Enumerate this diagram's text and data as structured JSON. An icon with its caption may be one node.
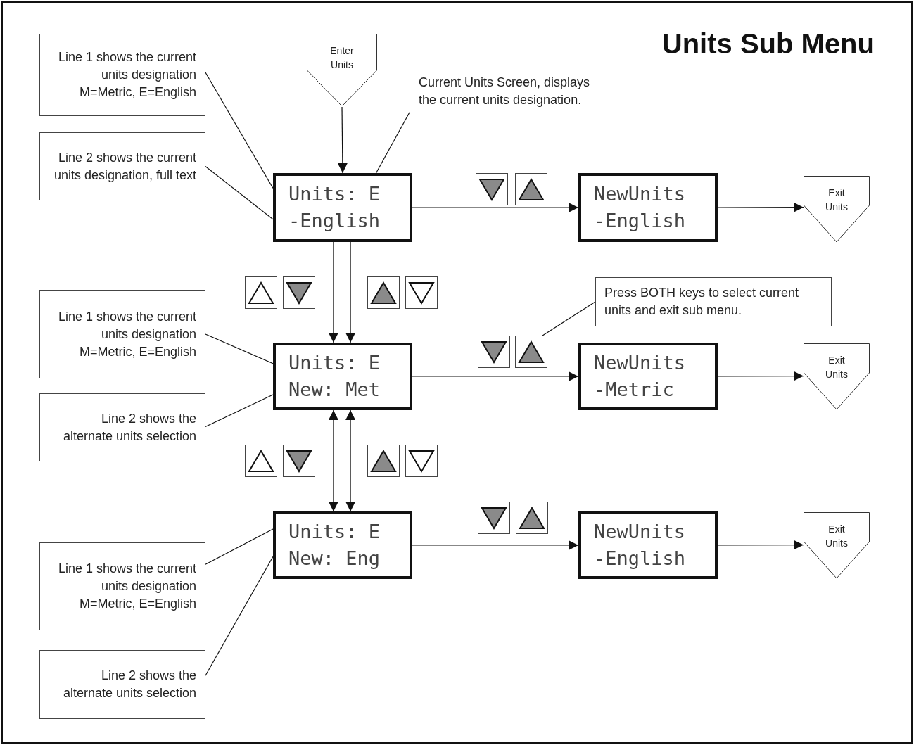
{
  "diagram": {
    "title": "Units Sub Menu",
    "nodes": [
      {
        "text": [
          "Line 1 shows the current units designation M=Metric, E=English"
        ]
      },
      {
        "text": [
          "Enter Units"
        ]
      },
      {
        "text": [
          "Current Units Screen, displays the current units designation."
        ]
      },
      {
        "text": [
          "Line 2 shows the current units designation, full text"
        ]
      },
      {
        "text": [
          "Units: E",
          "-English"
        ]
      },
      {
        "text": [
          "NewUnits",
          "-English"
        ]
      },
      {
        "text": [
          "Exit Units"
        ]
      },
      {
        "text": [
          "Line 1 shows the current units designation M=Metric, E=English"
        ]
      },
      {
        "text": [
          "Press BOTH keys to select current units and exit sub menu."
        ]
      },
      {
        "text": [
          "Units: E",
          "New: Met"
        ]
      },
      {
        "text": [
          "NewUnits",
          "-Metric"
        ]
      },
      {
        "text": [
          "Exit Units"
        ]
      },
      {
        "text": [
          "Line 2 shows the alternate units selection"
        ]
      },
      {
        "text": [
          "Units: E",
          "New: Eng"
        ]
      },
      {
        "text": [
          "NewUnits",
          "-English"
        ]
      },
      {
        "text": [
          "Exit Units"
        ]
      },
      {
        "text": [
          "Line 1 shows the current units designation M=Metric, E=English"
        ]
      },
      {
        "text": [
          "Line 2 shows the alternate units selection"
        ]
      },
      {
        "text": [],
        "shape": "box"
      }
    ],
    "edges": [
      {
        "from": 1,
        "to": 4,
        "arrow": "to"
      },
      {
        "from": 0,
        "to": 4,
        "arrow": "none"
      },
      {
        "from": 3,
        "to": 4,
        "arrow": "none"
      },
      {
        "from": 2,
        "to": 4,
        "arrow": "none"
      },
      {
        "from": 4,
        "to": 5,
        "arrow": "to"
      },
      {
        "from": 5,
        "to": 6,
        "arrow": "to"
      },
      {
        "from": 4,
        "to": 9,
        "arrow": "to"
      },
      {
        "from": 4,
        "to": 9,
        "arrow": "to"
      },
      {
        "from": 9,
        "to": 13,
        "arrow": "both"
      },
      {
        "from": 9,
        "to": 13,
        "arrow": "both"
      },
      {
        "from": 7,
        "to": 9,
        "arrow": "none"
      },
      {
        "from": 12,
        "to": 9,
        "arrow": "none"
      },
      {
        "from": 9,
        "to": 10,
        "arrow": "to"
      },
      {
        "from": 10,
        "to": 11,
        "arrow": "to"
      },
      {
        "from": 8,
        "to": 18,
        "arrow": "none"
      },
      {
        "from": 13,
        "to": 14,
        "arrow": "to"
      },
      {
        "from": 14,
        "to": 15,
        "arrow": "to"
      },
      {
        "from": 16,
        "to": 13,
        "arrow": "none"
      },
      {
        "from": 17,
        "to": 13,
        "arrow": "none"
      }
    ]
  }
}
